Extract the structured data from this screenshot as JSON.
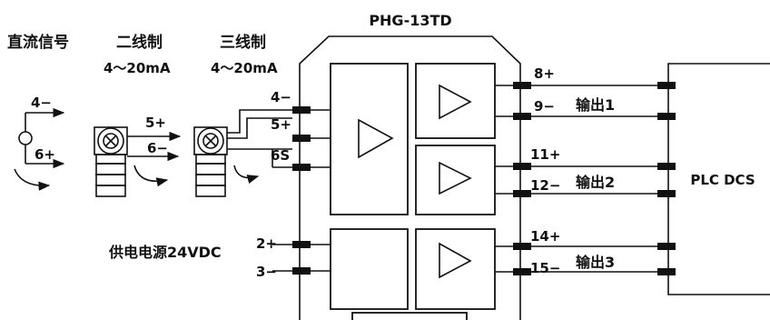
{
  "device_title": "PHG-13TD",
  "inputs": {
    "dc_signal_label": "直流信号",
    "two_wire_label": "二线制",
    "two_wire_range": "4～20mA",
    "three_wire_label": "三线制",
    "three_wire_range": "4～20mA",
    "dc_minus": "4−",
    "dc_plus": "6+",
    "tx_plus": "5+",
    "tx_minus": "6−"
  },
  "input_terminals": [
    "4−",
    "5+",
    "6S"
  ],
  "power": {
    "label": "供电电源24VDC",
    "terminals": [
      "2+",
      "3−"
    ]
  },
  "outputs": [
    {
      "label": "输出1",
      "terminals": [
        "8+",
        "9−"
      ]
    },
    {
      "label": "输出2",
      "terminals": [
        "11+",
        "12−"
      ]
    },
    {
      "label": "输出3",
      "terminals": [
        "14+",
        "15−"
      ]
    }
  ],
  "receiver_label": "PLC DCS"
}
